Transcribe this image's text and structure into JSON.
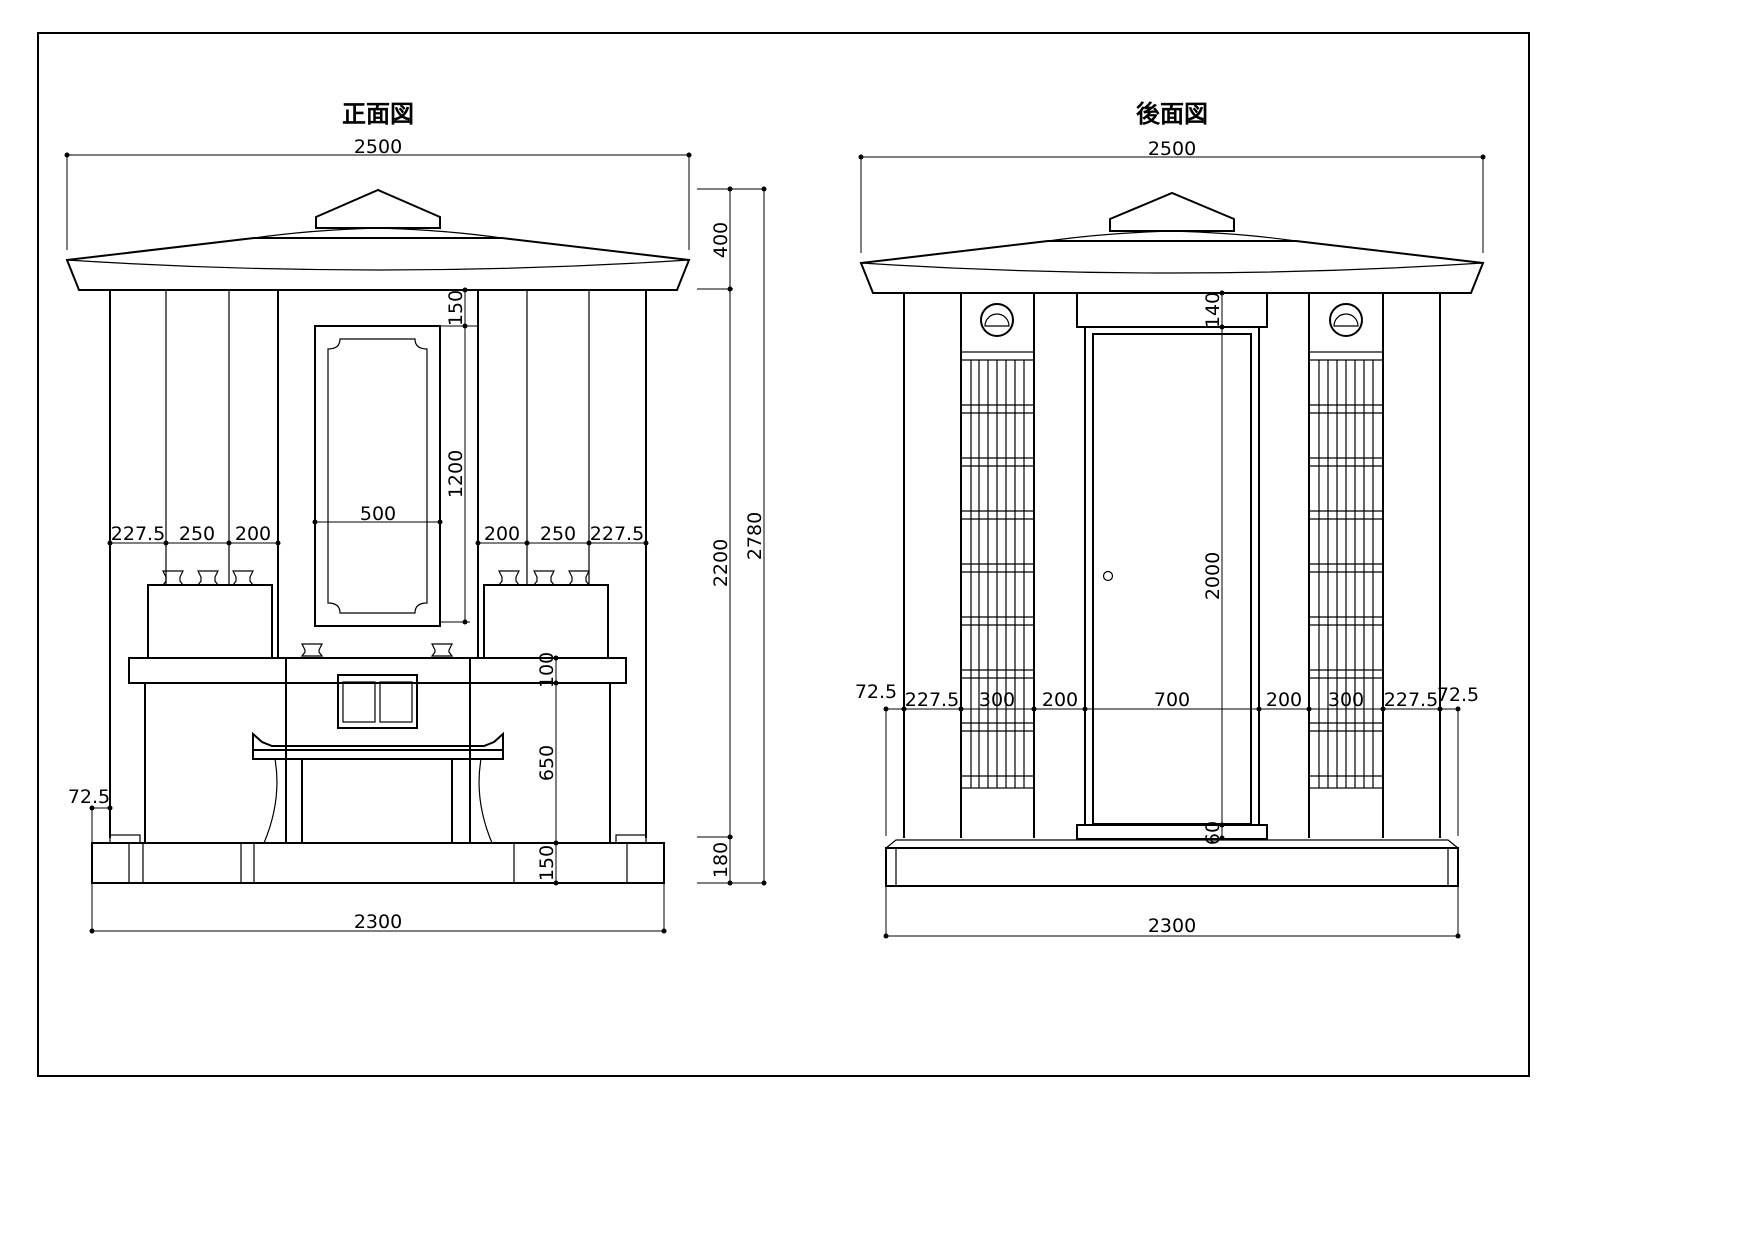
{
  "front": {
    "title": "正面図",
    "overall_width": "2500",
    "base_width": "2300",
    "roof_height": "400",
    "body_height": "2200",
    "total_height": "2780",
    "base_height": "180",
    "top_gap": "150",
    "panel_height": "1200",
    "panel_width": "500",
    "altar_top": "100",
    "altar_body": "650",
    "altar_base": "150",
    "left_widths": [
      "227.5",
      "250",
      "200"
    ],
    "right_widths": [
      "200",
      "250",
      "227.5"
    ],
    "side_offset": "72.5"
  },
  "back": {
    "title": "後面図",
    "overall_width": "2500",
    "base_width": "2300",
    "door_top": "140",
    "door_height": "2000",
    "door_bottom": "60",
    "widths": [
      "227.5",
      "300",
      "200",
      "700",
      "200",
      "300",
      "227.5"
    ],
    "left_offset": "72.5",
    "right_offset": "72.5"
  }
}
